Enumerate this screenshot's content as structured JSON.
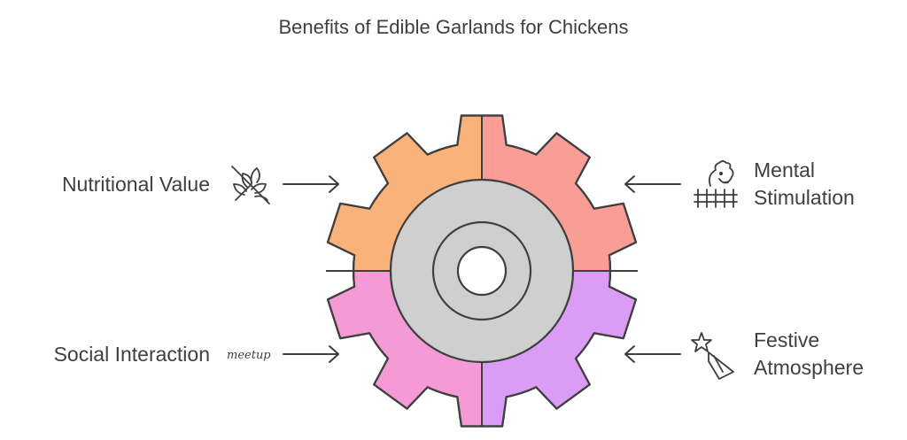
{
  "title": "Benefits of Edible Garlands for Chickens",
  "benefits": [
    {
      "label": "Nutritional Value",
      "icon": "no-grain-icon",
      "color": "#F8B27A"
    },
    {
      "label": "Mental\nStimulation",
      "icon": "rooster-fence-icon",
      "color": "#F99E97"
    },
    {
      "label": "Social Interaction",
      "icon": "meetup-icon",
      "icon_text": "meetup",
      "color": "#F49BD6"
    },
    {
      "label": "Festive\nAtmosphere",
      "icon": "party-popper-icon",
      "color": "#DB9CF5"
    }
  ],
  "colors": {
    "hub": "#CFCFCF",
    "outline": "#3F3F3F",
    "text": "#3F3F3F"
  }
}
